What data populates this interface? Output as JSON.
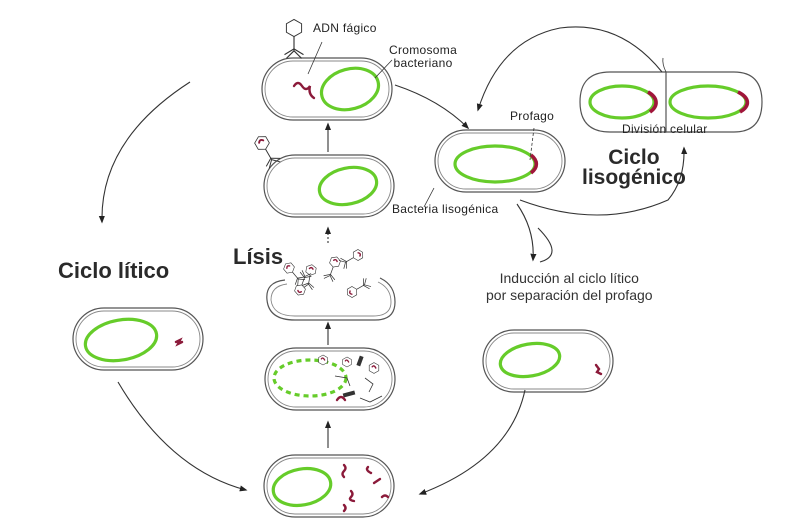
{
  "labels": {
    "phage_dna": "ADN fágico",
    "bacterial_chromosome_line1": "Cromosoma",
    "bacterial_chromosome_line2": "bacteriano",
    "prophage": "Profago",
    "cell_division": "División celular",
    "lysogenic_bacterium": "Bacteria lisogénica",
    "lysogenic_cycle_line1": "Ciclo",
    "lysogenic_cycle_line2": "lisogénico",
    "lytic_cycle": "Ciclo lítico",
    "lysis": "Lísis",
    "induction_line1": "Inducción al ciclo lítico",
    "induction_line2": "por separación del profago"
  },
  "colors": {
    "chromosome": "#66cc2a",
    "phage_dna": "#8b1a3a",
    "prophage": "#a0163a",
    "outline": "#555555"
  },
  "stages": [
    {
      "id": "infection",
      "description": "Phage attaches and injects DNA"
    },
    {
      "id": "phage-attached",
      "description": "Phage attached to bacterium"
    },
    {
      "id": "lysis",
      "description": "Cell bursts releasing phages"
    },
    {
      "id": "assembly",
      "description": "Chromosome fragmented, phage parts assembled"
    },
    {
      "id": "replication",
      "description": "Phage DNA replicates"
    },
    {
      "id": "lytic-entry",
      "description": "Phage DNA free in cell"
    },
    {
      "id": "lysogenic-bacterium",
      "description": "Prophage integrated"
    },
    {
      "id": "cell-division",
      "description": "Daughter cells with prophage"
    },
    {
      "id": "induction",
      "description": "Prophage excised"
    }
  ]
}
